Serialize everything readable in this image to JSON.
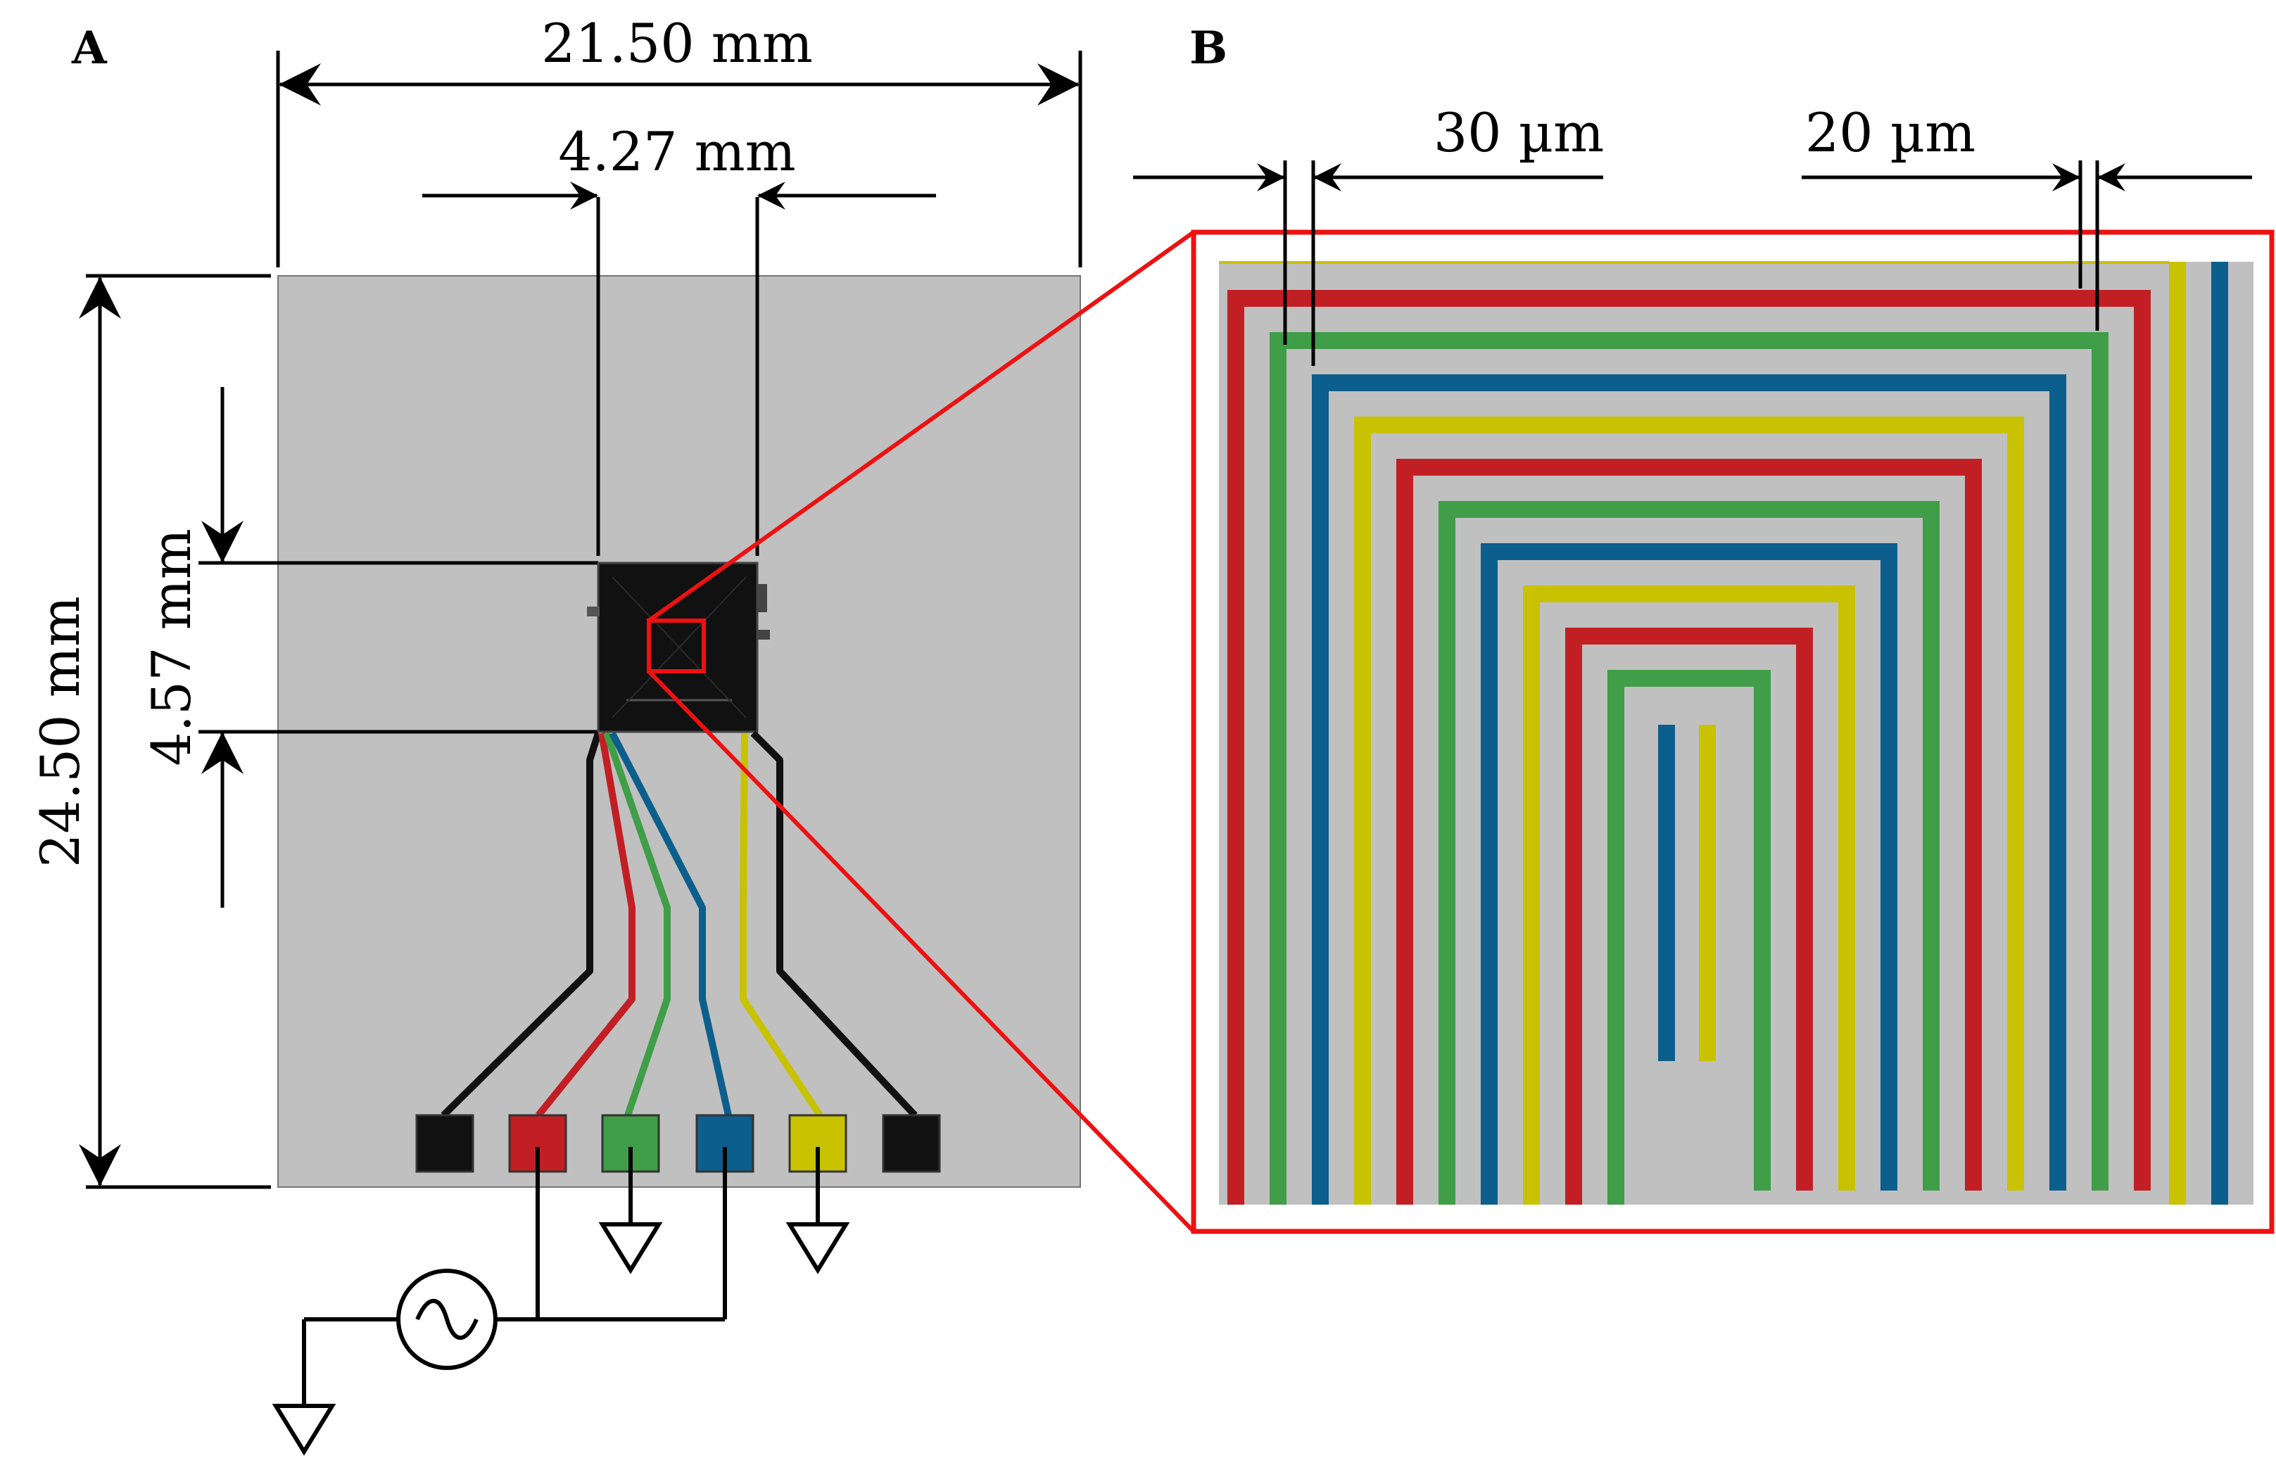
{
  "panels": {
    "a": {
      "label": "A"
    },
    "b": {
      "label": "B"
    }
  },
  "dimensions": {
    "chip_width": "21.50 mm",
    "chip_height": "24.50 mm",
    "sensor_width": "4.27 mm",
    "sensor_height": "4.57 mm",
    "trace_width": "30 µm",
    "trace_gap": "20 µm"
  },
  "colors": {
    "substrate": "#c0c0c0",
    "sensor": "#111111",
    "highlight": "#ee1111",
    "pads": [
      "#111111",
      "#c21f25",
      "#3f9e47",
      "#0c5f8c",
      "#c8c200",
      "#111111"
    ],
    "spiral_sequence": [
      "#c21f25",
      "#3f9e47",
      "#0c5f8c",
      "#c8c200"
    ]
  },
  "symbols": [
    "ac-source-icon",
    "ground-icon",
    "ground-icon",
    "ground-icon"
  ]
}
